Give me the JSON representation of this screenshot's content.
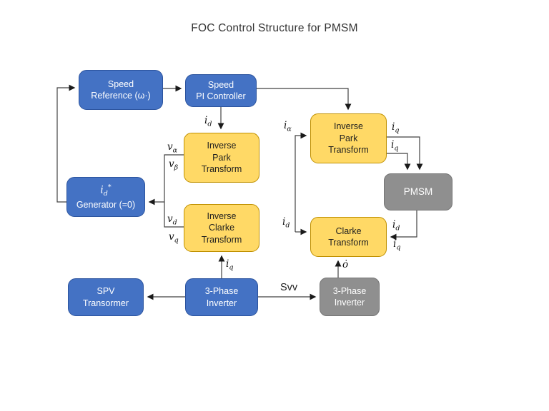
{
  "title": "FOC Control Structure for PMSM",
  "boxes": {
    "speed_ref": {
      "line1": "Speed",
      "line2": "Reference (ω·)"
    },
    "speed_pi": {
      "line1": "Speed",
      "line2": "PI Controller"
    },
    "inv_park_left": {
      "line1": "Inverse",
      "line2": "Park",
      "line3": "Transform"
    },
    "id_gen": {
      "base": "i",
      "sub": "d",
      "sup": "*",
      "line2": "Generator (=0)"
    },
    "inv_clarke": {
      "line1": "Inverse",
      "line2": "Clarke",
      "line3": "Transform"
    },
    "inv_park_right": {
      "line1": "Inverse",
      "line2": "Park",
      "line3": "Transform"
    },
    "pmsm": {
      "line1": "PMSM"
    },
    "clarke": {
      "line1": "Clarke",
      "line2": "Transform"
    },
    "spv": {
      "line1": "SPV",
      "line2": "Transormer"
    },
    "inverter_blue": {
      "line1": "3-Phase",
      "line2": "Inverter"
    },
    "inverter_gray": {
      "line1": "3-Phase",
      "line2": "Inverter"
    }
  },
  "signals": {
    "id_to_park": {
      "base": "i",
      "sub": "d"
    },
    "v_alpha": {
      "base": "v",
      "sub": "α"
    },
    "v_beta": {
      "base": "v",
      "sub": "β"
    },
    "v_d": {
      "base": "v",
      "sub": "d"
    },
    "v_q": {
      "base": "v",
      "sub": "q"
    },
    "iq_inverter": {
      "base": "i",
      "sub": "q"
    },
    "i_alpha": {
      "base": "i",
      "sub": "α"
    },
    "iq_out1": {
      "base": "i",
      "sub": "q"
    },
    "iq_out2": {
      "base": "i",
      "sub": "q"
    },
    "id_to_clarke": {
      "base": "i",
      "sub": "d"
    },
    "id_from_pmsm": {
      "base": "i",
      "sub": "d"
    },
    "iq_from_pmsm": {
      "base": "i",
      "sub": "q"
    },
    "theta_dot": {
      "base": "ȯ",
      "sub": ""
    },
    "svv": {
      "label": "Svv"
    }
  },
  "colors": {
    "box_blue": "#4472C4",
    "box_yellow": "#FFD966",
    "box_gray": "#8F8F8F",
    "connector": "#424242"
  }
}
